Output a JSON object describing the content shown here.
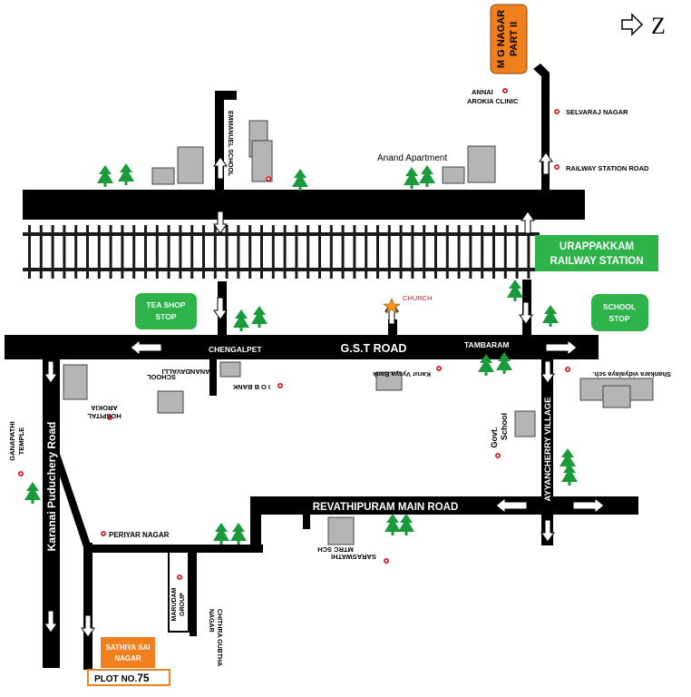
{
  "colors": {
    "road": "#000000",
    "rail_tie": "#1a1a1a",
    "green_box": "#2db34a",
    "orange_box": "#f07f1e",
    "tree": "#1a9a3a",
    "landmark_dot": "#e0202a",
    "building": "#b5b5b5",
    "church_star": "#f7941d"
  },
  "map": {
    "north_symbol": "Z",
    "roads": {
      "gst_road": "G.S.T ROAD",
      "revathipuram": "REVATHIPURAM MAIN ROAD",
      "karanai": "Karanai Puduchery Road",
      "ayyancherry": "AYYANCHERRY VILLAGE"
    },
    "places": {
      "mg_nagar_line1": "M G NAGAR",
      "mg_nagar_line2": "PART II",
      "railway_station_line1": "URAPPAKKAM",
      "railway_station_line2": "RAILWAY STATION",
      "tea_shop_line1": "TEA SHOP",
      "tea_shop_line2": "STOP",
      "school_stop_line1": "SCHOOL",
      "school_stop_line2": "STOP",
      "sathiya_line1": "SATHIYA SAI",
      "sathiya_line2": "NAGAR",
      "plot_label": "PLOT NO.",
      "plot_number": "75"
    },
    "landmarks": {
      "annai_line1": "ANNAI",
      "annai_line2": "AROKIA CLINIC",
      "selvaraj": "SELVARAJ NAGAR",
      "railway_station_road": "RAILWAY STATION ROAD",
      "anand_apartment": "Anand Apartment",
      "emmanuel_school": "EMMANUEL SCHOOL",
      "church": "CHURCH",
      "chengalpet": "CHENGALPET",
      "tambaram": "TAMBARAM",
      "anandavalli_line1": "ANANDAVALLI",
      "anandavalli_line2": "SCHOOL",
      "iob_bank": "I O B BANK",
      "karur_vysya": "Karur Vysya Bank",
      "shankara": "Shankara vidyalaya sch.",
      "arokia_line1": "AROKIA",
      "arokia_line2": "HOSPITAL",
      "ganapathi_line1": "GANAPATHI",
      "ganapathi_line2": "TEMPLE",
      "govt_line1": "Govt.",
      "govt_line2": "School",
      "periyar": "PERIYAR NAGAR",
      "saraswathi_line1": "SARASWATHI",
      "saraswathi_line2": "MTRC SCH",
      "marudam_line1": "MARUDAM",
      "marudam_line2": "GROUP",
      "chithra_line1": "CHITHRA GUBTHA",
      "chithra_line2": "NAGAR"
    }
  }
}
